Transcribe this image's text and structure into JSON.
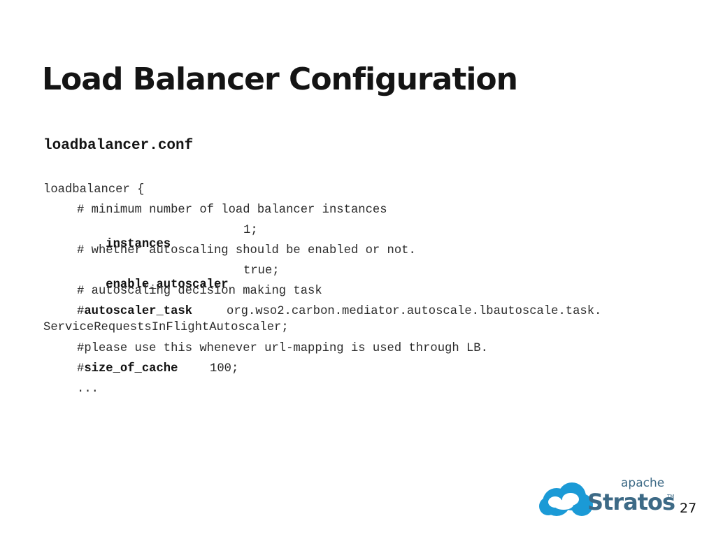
{
  "slide": {
    "title": "Load Balancer Configuration",
    "filename": "loadbalancer.conf",
    "code": {
      "open": "loadbalancer {",
      "comment_min_instances": "# minimum number of load balancer instances",
      "instances_key": "instances",
      "instances_value": "1;",
      "comment_autoscaling": "# whether autoscaling should be enabled or not.",
      "enable_autoscaler_key": "enable_autoscaler",
      "enable_autoscaler_value": "true;",
      "comment_task": "# autoscaling decision making task",
      "autoscaler_task_prefix": "#",
      "autoscaler_task_key": "autoscaler_task",
      "autoscaler_task_value": "org.wso2.carbon.mediator.autoscale.lbautoscale.task.",
      "autoscaler_task_value_cont": "ServiceRequestsInFlightAutoscaler;",
      "comment_cache": "#please use this whenever url-mapping is used through LB.",
      "size_of_cache_prefix": "#",
      "size_of_cache_key": "size_of_cache",
      "size_of_cache_value": "100;",
      "ellipsis": "..."
    },
    "logo": {
      "top_text": "apache",
      "main_text": "Stratos",
      "tm": "TM",
      "accent": "#1b9ad6",
      "dark": "#3d6a86"
    },
    "page_number": "27"
  }
}
